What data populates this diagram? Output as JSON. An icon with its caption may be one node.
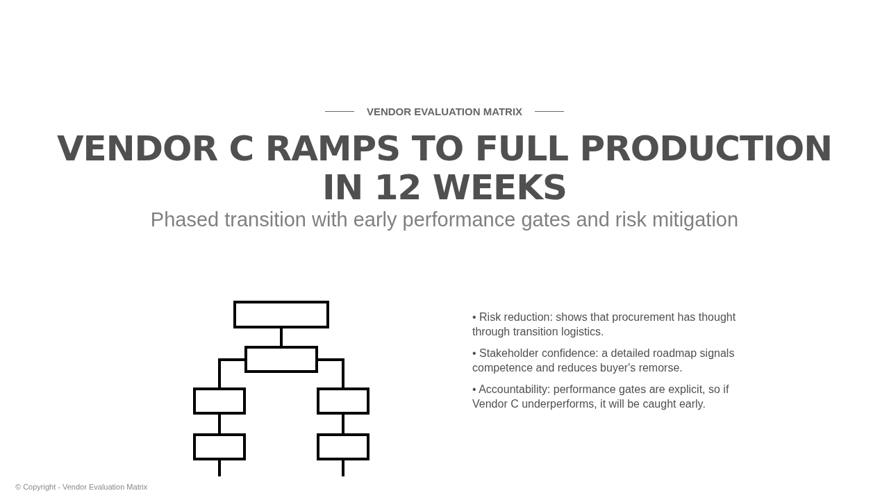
{
  "diagram": {
    "title": "VENDOR C RAMPS TO FULL PRODUCTION IN 12 WEEKS",
    "labels": [
      "VENDOR EVALUATION MATRIX",
      "Phased transition with early performance gates and risk mitigation",
      "• Risk reduction: shows that procurement has thought through transition logistics.",
      "• Stakeholder confidence: a detailed roadmap signals competence and reduces buyer's remorse.",
      "• Accountability: performance gates are explicit, so if Vendor C underperforms, it will be caught early.",
      "© Copyright - Vendor Evaluation Matrix"
    ]
  }
}
